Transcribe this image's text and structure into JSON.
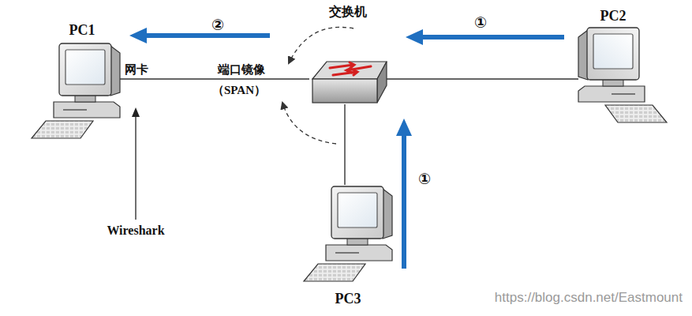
{
  "diagram": {
    "nodes": [
      {
        "text": [
          "PC1"
        ]
      },
      {
        "text": [
          "交换机"
        ]
      },
      {
        "text": [
          "PC2"
        ]
      },
      {
        "text": [
          "PC3"
        ]
      }
    ],
    "edges": [
      {
        "from": 0,
        "to": 1,
        "arrow": "none"
      },
      {
        "from": 1,
        "to": 2,
        "arrow": "none"
      },
      {
        "from": 1,
        "to": 3,
        "arrow": "none"
      }
    ],
    "labels": [
      "②",
      "①",
      "①",
      "网卡",
      "端口镜像",
      "（SPAN）",
      "Wireshark",
      "https://blog.csdn.net/Eastmount"
    ]
  }
}
